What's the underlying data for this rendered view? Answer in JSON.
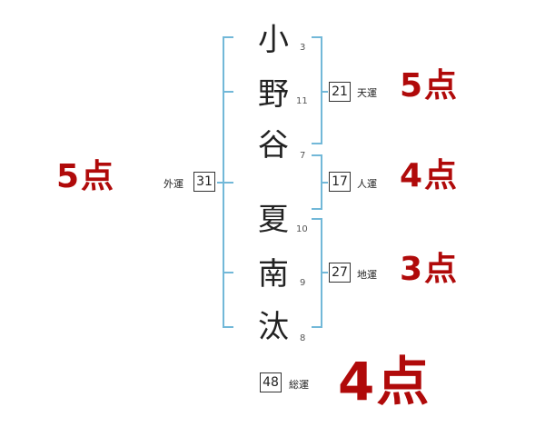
{
  "surname": {
    "chars": [
      "小",
      "野",
      "谷"
    ],
    "strokes": [
      "3",
      "11",
      "7"
    ]
  },
  "given": {
    "chars": [
      "夏",
      "南",
      "汰"
    ],
    "strokes": [
      "10",
      "9",
      "8"
    ]
  },
  "fortunes": {
    "ten": {
      "label": "天運",
      "value": "21",
      "score": "5点"
    },
    "jin": {
      "label": "人運",
      "value": "17",
      "score": "4点"
    },
    "chi": {
      "label": "地運",
      "value": "27",
      "score": "3点"
    },
    "gai": {
      "label": "外運",
      "value": "31",
      "score": "5点"
    },
    "sou": {
      "label": "総運",
      "value": "48",
      "score": "4点"
    }
  },
  "colors": {
    "score": "#b00a0a",
    "bracket": "#72b8d8"
  }
}
